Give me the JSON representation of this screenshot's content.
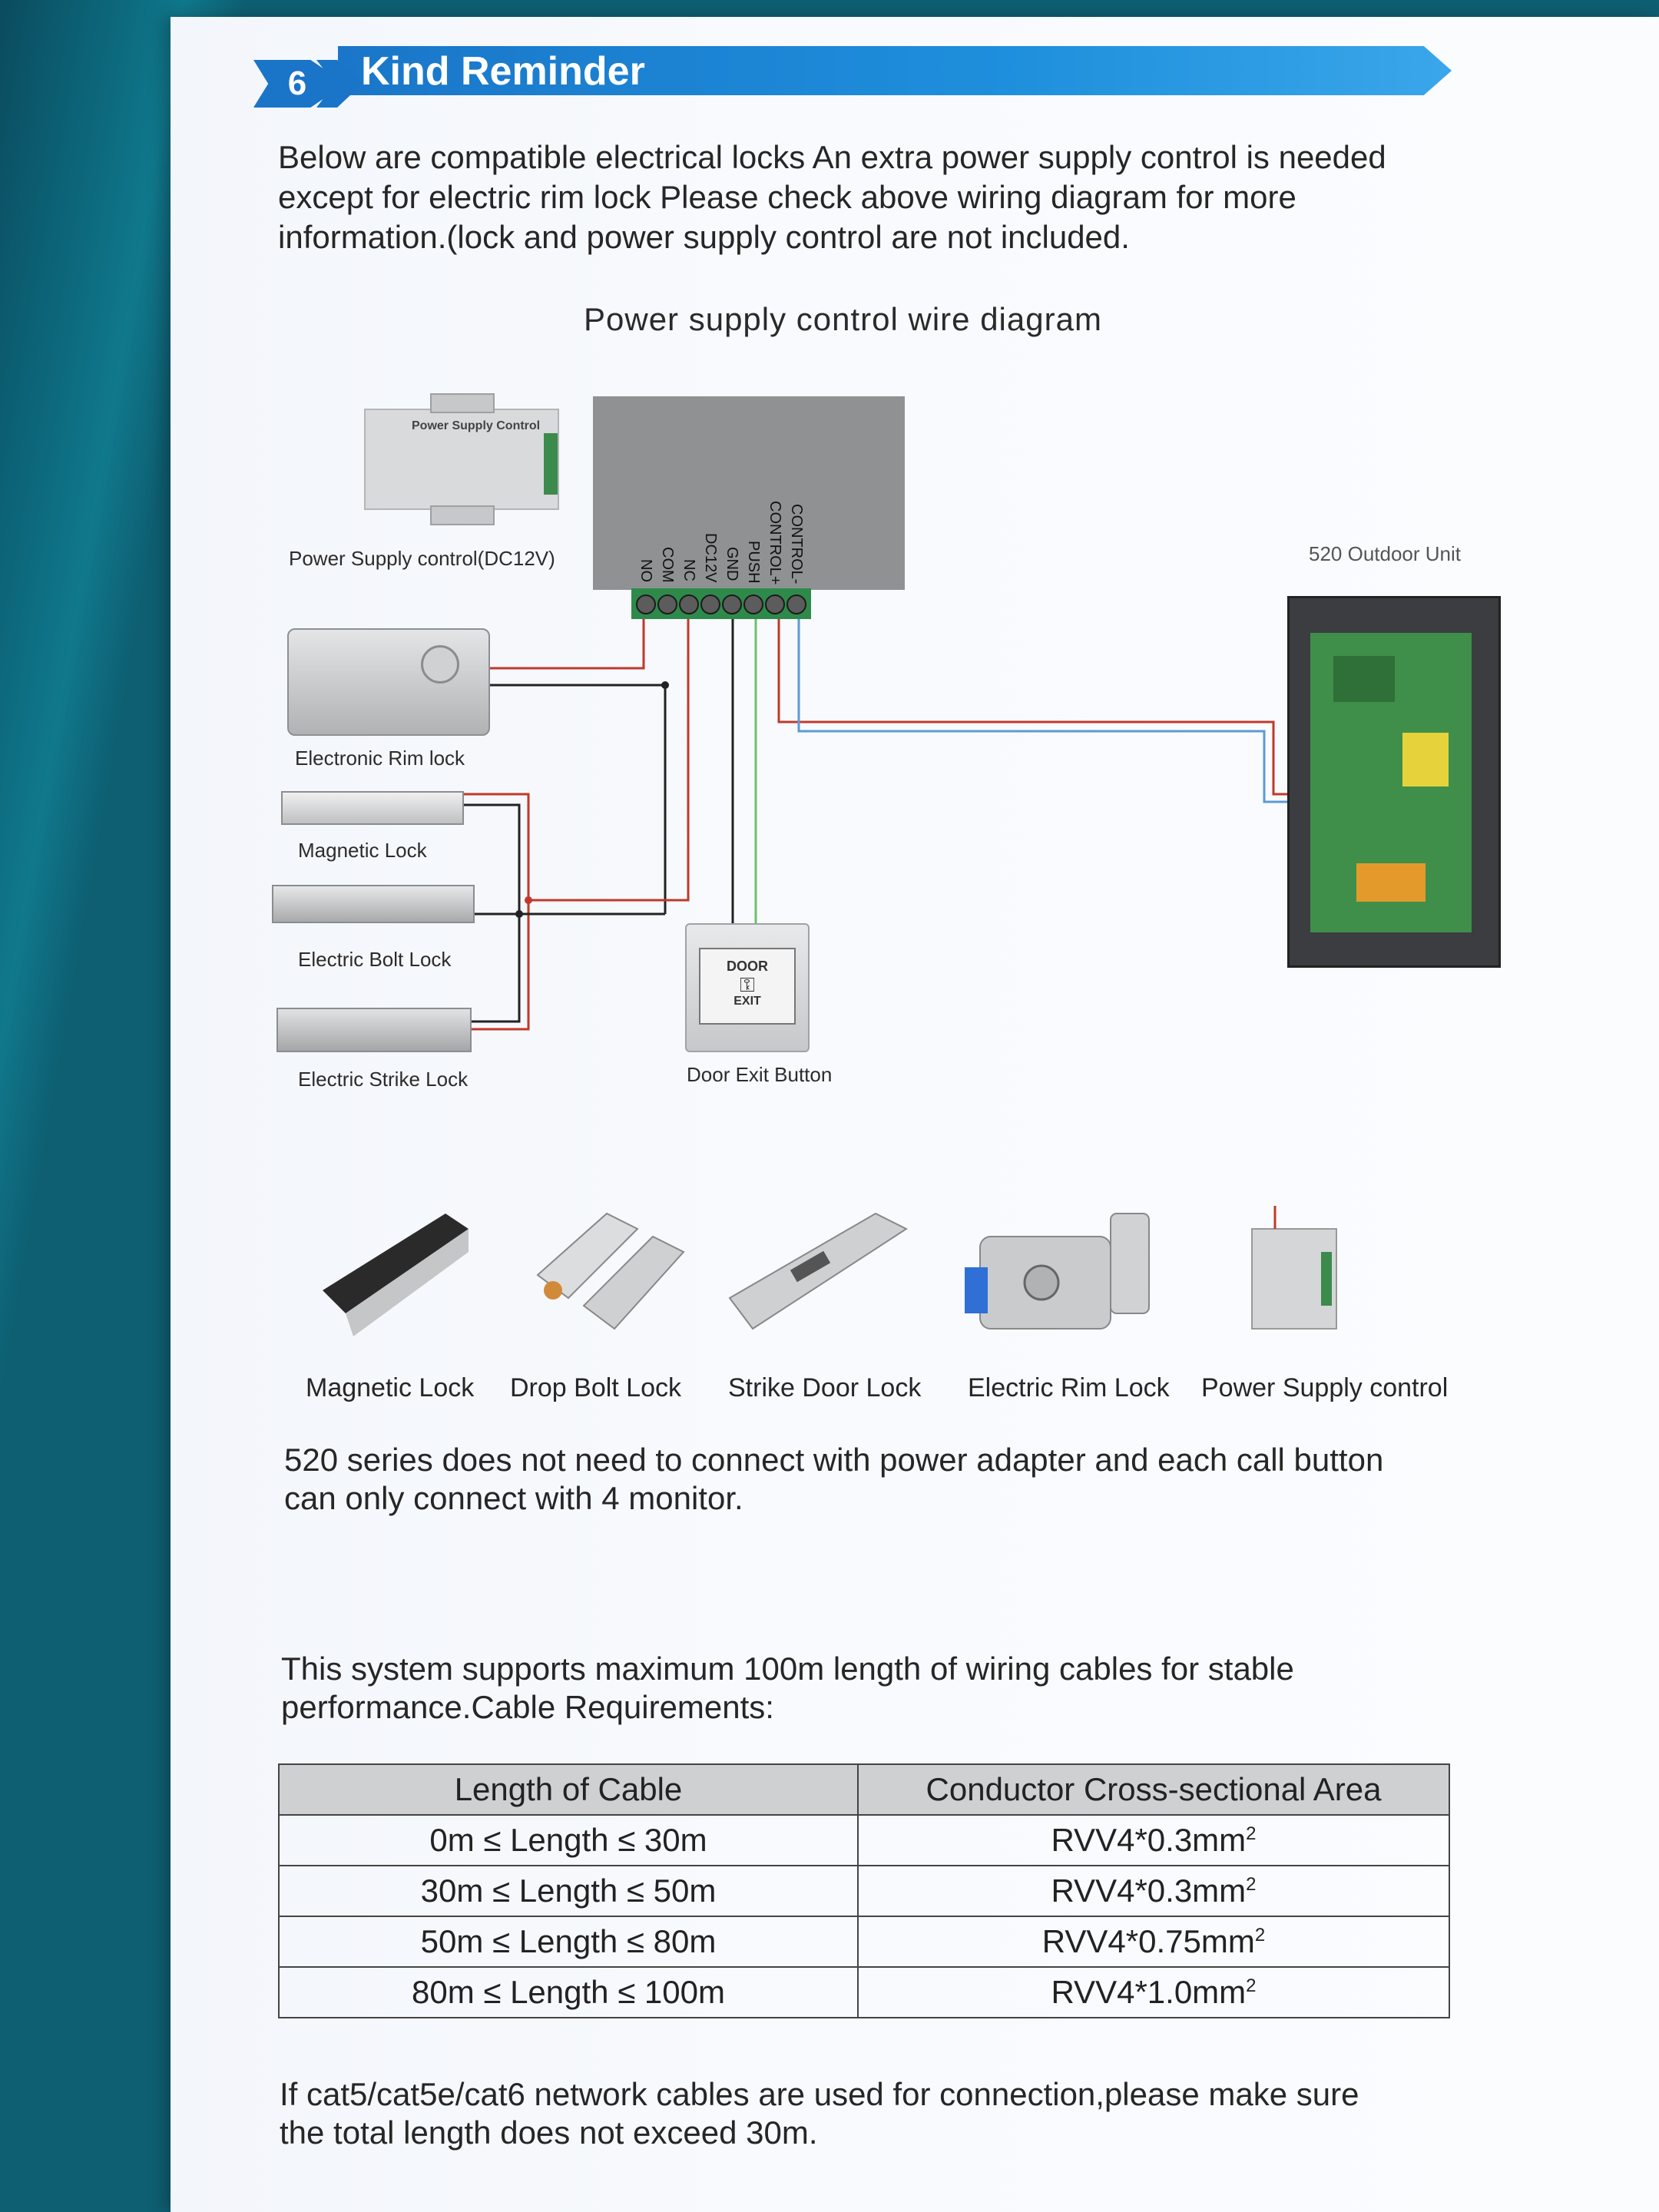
{
  "header": {
    "number": "6",
    "title": "Kind Reminder"
  },
  "intro": {
    "line1": "Below are compatible electrical locks An extra power supply control is needed",
    "line2": "except for electric rim lock Please check above wiring diagram for more",
    "line3": "information.(lock and power supply control are not included."
  },
  "diagram": {
    "title": "Power supply control wire diagram",
    "psu_label": "Power Supply control(DC12V)",
    "psu_plate": "Power Supply Control",
    "outdoor_label": "520 Outdoor Unit",
    "rim_label": "Electronic Rim lock",
    "mag_label": "Magnetic Lock",
    "bolt_label": "Electric Bolt Lock",
    "strike_label": "Electric Strike Lock",
    "exit_label": "Door Exit Button",
    "exit_face_top": "DOOR",
    "exit_face_bottom": "EXIT",
    "terminals": [
      "NO",
      "COM",
      "NC",
      "DC12V",
      "GND",
      "PUSH",
      "CONTROL+",
      "CONTROL-"
    ]
  },
  "products": [
    {
      "label": "Magnetic Lock"
    },
    {
      "label": "Drop Bolt Lock"
    },
    {
      "label": "Strike Door Lock"
    },
    {
      "label": "Electric Rim Lock"
    },
    {
      "label": "Power Supply control"
    }
  ],
  "series_note": {
    "line1": "520 series does not need to connect with power adapter and each call button",
    "line2": "can only connect with 4 monitor."
  },
  "cable_note": {
    "line1": "This system supports maximum 100m length of wiring cables for stable",
    "line2": "performance.Cable Requirements:"
  },
  "table": {
    "headers": [
      "Length of Cable",
      "Conductor Cross-sectional Area"
    ],
    "rows": [
      {
        "length": "0m ≤ Length ≤ 30m",
        "area": "RVV4*0.3mm",
        "sup": "2"
      },
      {
        "length": "30m ≤ Length ≤ 50m",
        "area": "RVV4*0.3mm",
        "sup": "2"
      },
      {
        "length": "50m ≤ Length ≤ 80m",
        "area": "RVV4*0.75mm",
        "sup": "2"
      },
      {
        "length": "80m ≤ Length ≤ 100m",
        "area": "RVV4*1.0mm",
        "sup": "2"
      }
    ]
  },
  "footer": {
    "line1": "If cat5/cat5e/cat6 network cables are used for connection,please make sure",
    "line2": "the total length does not exceed 30m."
  },
  "colors": {
    "header_blue": "#1e8fdc",
    "wire_red": "#c0392b",
    "wire_blue": "#5b9bd5",
    "wire_green": "#6cbf6c",
    "wire_black": "#222222"
  }
}
